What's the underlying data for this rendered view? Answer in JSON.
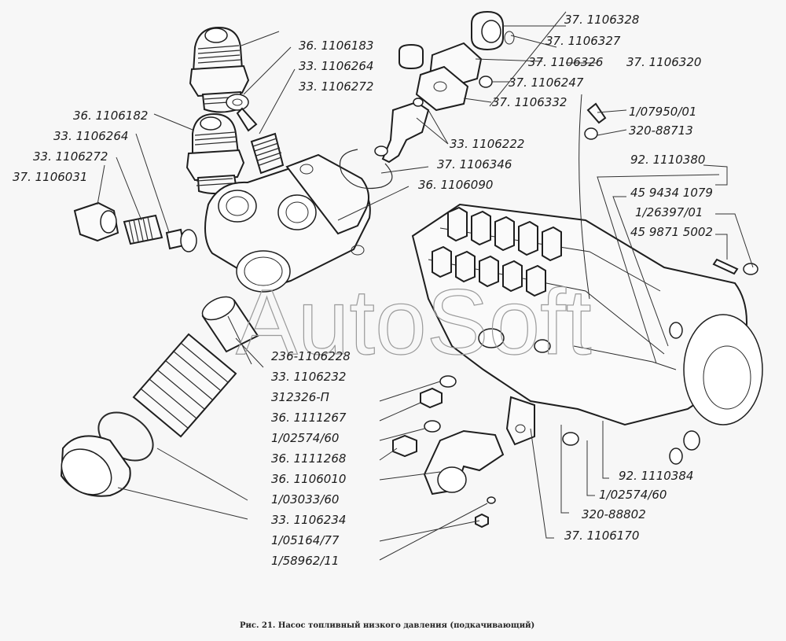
{
  "figure": {
    "caption": "Рис. 21.  Насос топливный низкого давления (подкачивающий)",
    "watermark": "AutoSoft"
  },
  "labels": {
    "l_37_1106328": "37. 1106328",
    "l_37_1106327": "37. 1106327",
    "l_37_1106326": "37. 1106326",
    "l_37_1106320": "37. 1106320",
    "l_37_1106247": "37. 1106247",
    "l_37_1106332": "37. 1106332",
    "l_36_1106183": "36. 1106183",
    "l_33_1106264_top": "33. 1106264",
    "l_33_1106272_top": "33. 1106272",
    "l_36_1106182": "36. 1106182",
    "l_33_1106264_left": "33. 1106264",
    "l_33_1106272_left": "33. 1106272",
    "l_37_1106031": "37. 1106031",
    "l_33_1106222": "33. 1106222",
    "l_37_1106346": "37. 1106346",
    "l_36_1106090": "36. 1106090",
    "l_1_07950_01": "1/07950/01",
    "l_320_88713": "320-88713",
    "l_92_1110380": "92. 1110380",
    "l_45_9434_1079": "45 9434 1079",
    "l_1_26397_01": "1/26397/01",
    "l_45_9871_5002": "45 9871 5002",
    "l_236_1106228": "236-1106228",
    "l_33_1106232": "33. 1106232",
    "l_312326_p": "312326-П",
    "l_36_1111267": "36. 1111267",
    "l_1_02574_60_left": "1/02574/60",
    "l_36_1111268": "36. 1111268",
    "l_36_1106010": "36. 1106010",
    "l_1_03033_60": "1/03033/60",
    "l_33_1106234": "33. 1106234",
    "l_1_05164_77": "1/05164/77",
    "l_1_58962_11": "1/58962/11",
    "l_92_1110384": "92. 1110384",
    "l_1_02574_60_right": "1/02574/60",
    "l_320_88802": "320-88802",
    "l_37_1106170": "37. 1106170"
  }
}
